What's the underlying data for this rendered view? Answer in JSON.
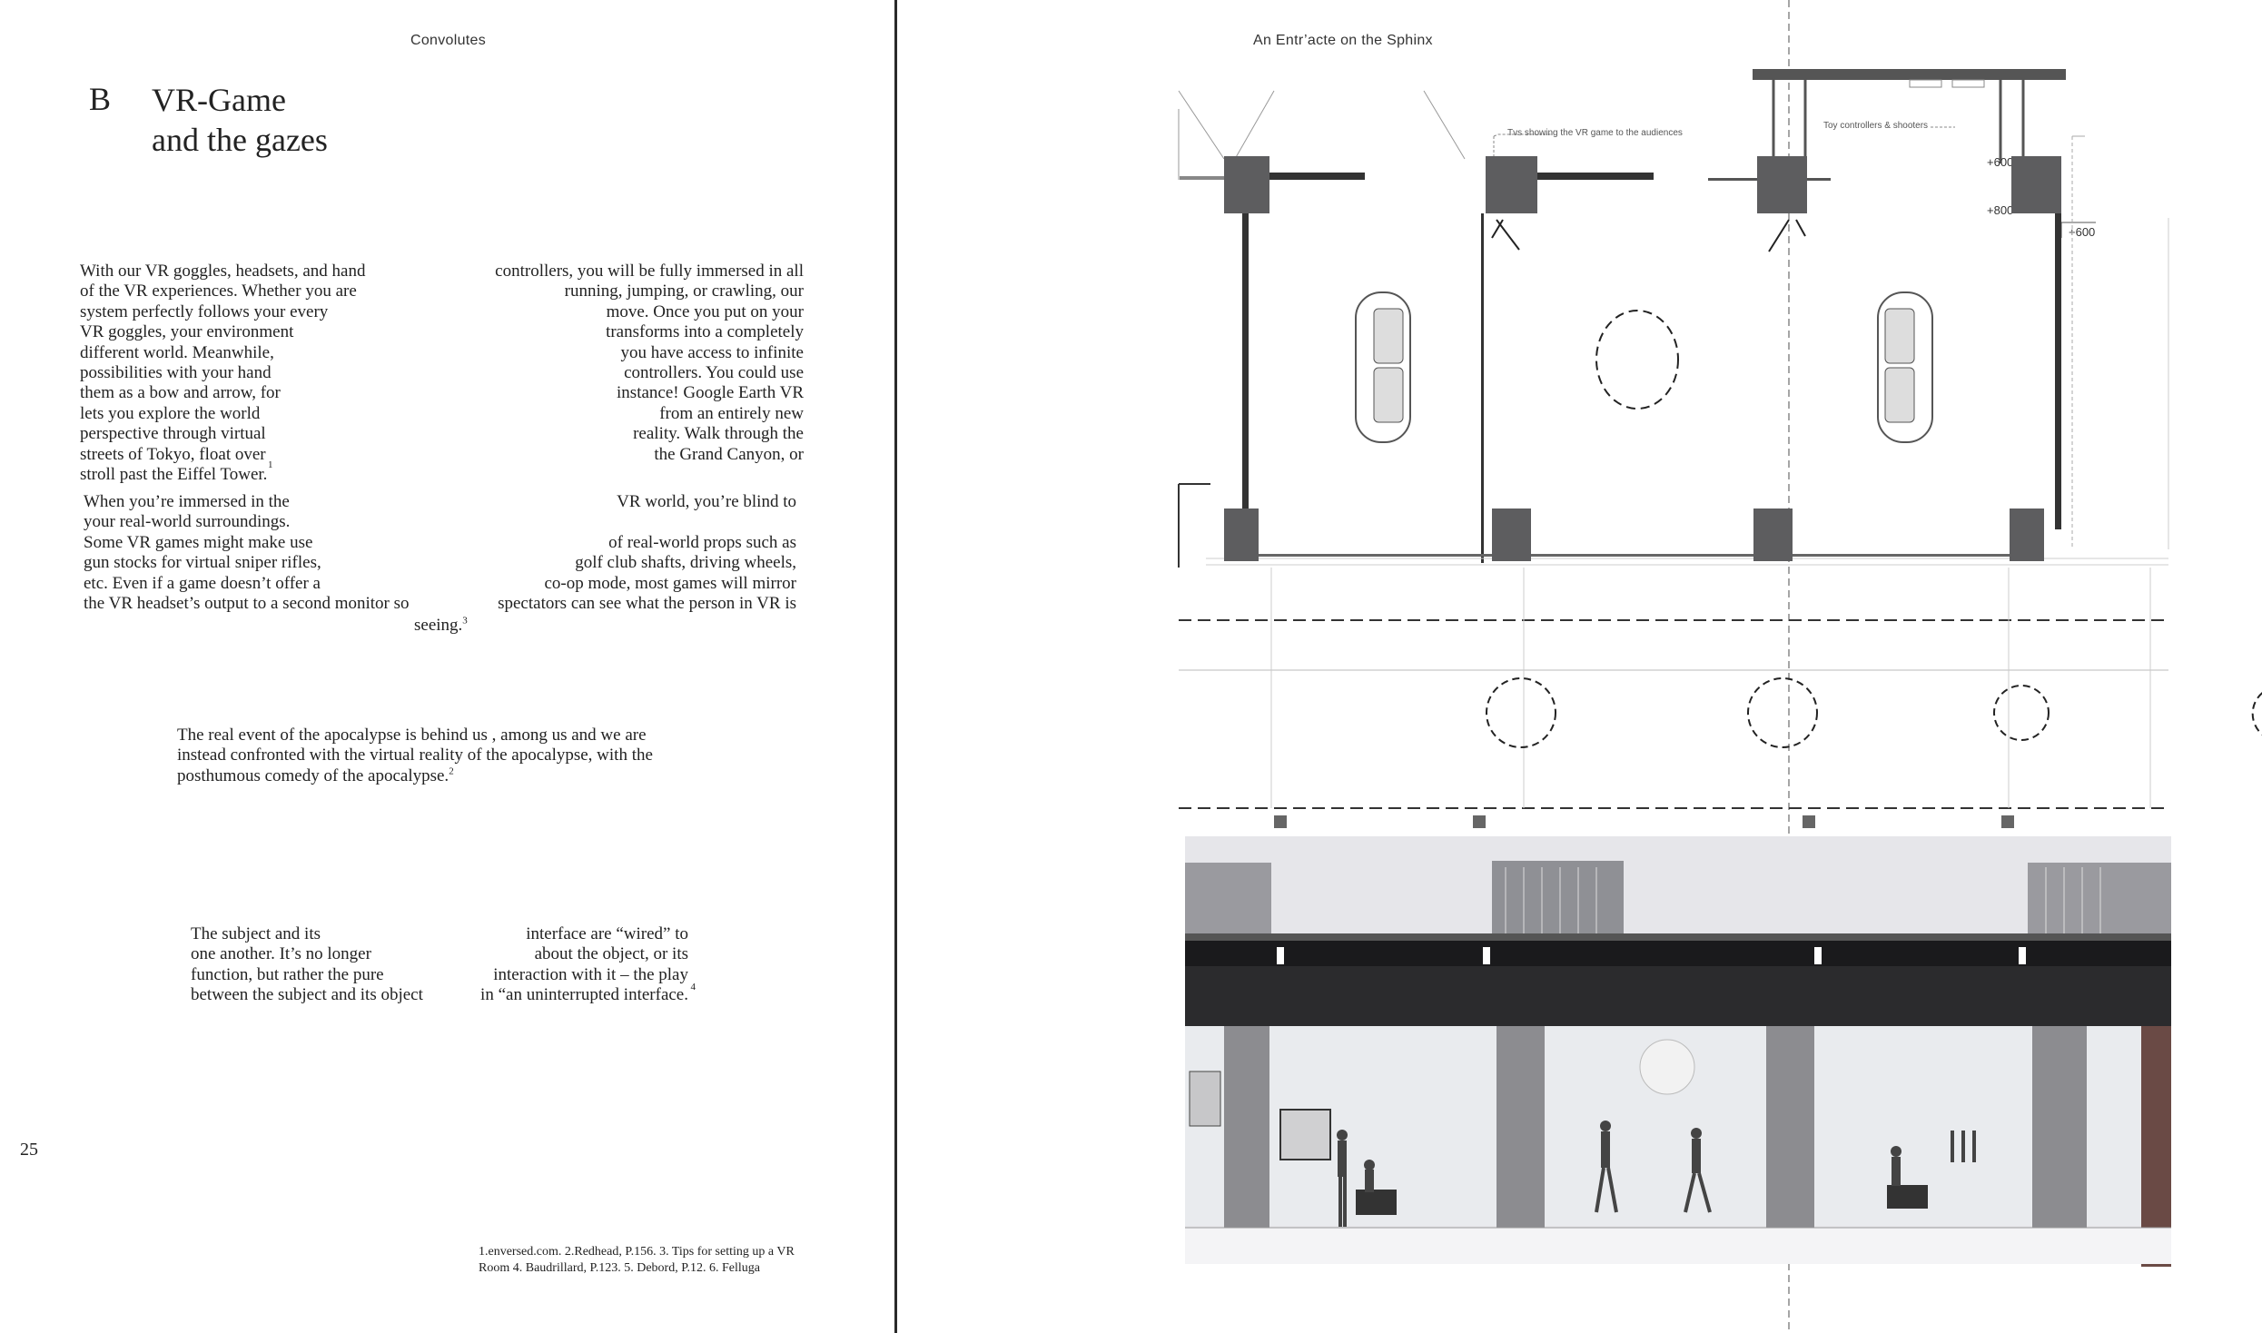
{
  "left_page": {
    "header": "Convolutes",
    "section_letter": "B",
    "title_line1": "VR-Game",
    "title_line2": "and the gazes",
    "paragraph1": [
      {
        "l": "With  our  VR  goggles,  headsets,  and  hand",
        "r": "controllers, you will be fully immersed in all"
      },
      {
        "l": "of the VR experiences. Whether you are",
        "r": "running,  jumping,  or  crawling,  our"
      },
      {
        "l": "system perfectly follows your every",
        "r": "move.  Once  you  put  on  your"
      },
      {
        "l": "VR  goggles,  your  environment",
        "r": "transforms  into  a  completely"
      },
      {
        "l": "different   world.   Meanwhile,",
        "r": "you  have  access  to  infinite"
      },
      {
        "l": "possibilities  with  your  hand",
        "r": "controllers.  You  could  use"
      },
      {
        "l": "them as a bow and arrow, for",
        "r": "instance! Google Earth VR"
      },
      {
        "l": "lets  you  explore  the  world",
        "r": "from    an    entirely    new"
      },
      {
        "l": "perspective  through  virtual",
        "r": "reality.  Walk  through  the"
      },
      {
        "l": "streets  of  Tokyo,  float  over",
        "r": "the   Grand   Canyon,   or"
      },
      {
        "l": " stroll past the Eiffel Tower.",
        "sup": "1",
        "r": ""
      }
    ],
    "paragraph2": [
      {
        "l": "When you’re immersed in the",
        "r": "VR world, you’re blind to"
      },
      {
        "l": "your real-world surroundings.",
        "r": ""
      },
      {
        "l": "Some VR games might make use",
        "r": "of real-world props such as"
      },
      {
        "l": "gun stocks for virtual sniper rifles,",
        "r": "golf club shafts, driving wheels,"
      },
      {
        "l": "etc. Even if a game doesn’t offer a",
        "r": "co-op mode, most games will mirror"
      },
      {
        "l": "the VR headset’s output to a second monitor so",
        "r": "spectators can see what the person in VR is"
      }
    ],
    "paragraph2_end": "seeing.",
    "paragraph2_end_sup": "3",
    "quote_lines": [
      "The real event of the apocalypse is behind us , among us and we are",
      "instead confronted with the virtual reality of the apocalypse, with the",
      "posthumous comedy of the apocalypse."
    ],
    "quote_sup": "2",
    "paragraph3": [
      {
        "l": "The subject and its",
        "r": "interface are “wired” to"
      },
      {
        "l": "one another. It’s no longer",
        "r": "about the object, or its"
      },
      {
        "l": "function, but rather the pure",
        "r": "interaction with it – the play"
      },
      {
        "l": "between the subject and its object",
        "r": "in “an uninterrupted interface."
      }
    ],
    "paragraph3_sup": "4",
    "page_number": "25",
    "footnote_line1": "1.enversed.com. 2.Redhead, P.156. 3. Tips for setting up a VR",
    "footnote_line2": "Room 4. Baudrillard, P.123. 5. Debord, P.12. 6. Felluga"
  },
  "right_page": {
    "header": "An Entr’acte on the Sphinx",
    "annotations": {
      "tvs": "Tvs showing the VR game to the audiences",
      "controllers": "Toy controllers & shooters"
    },
    "levels": [
      "+600",
      "+800",
      "+600"
    ],
    "colors": {
      "column_fill": "#5d5d5f",
      "wall": "#333333",
      "render_ceiling": "#e6e6ea",
      "render_beam": "#111111",
      "render_room": "#e9ebee"
    }
  }
}
